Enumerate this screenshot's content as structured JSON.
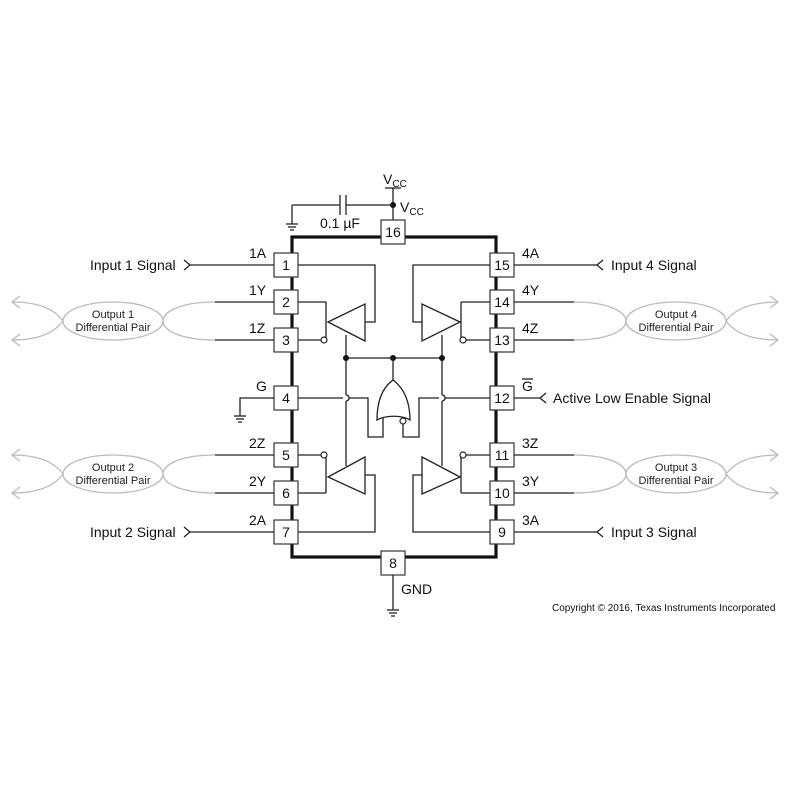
{
  "supply": {
    "vcc_top": "V",
    "vcc_top_sub": "CC",
    "vcc_pin": "V",
    "vcc_pin_sub": "CC",
    "capacitor": "0.1 µF",
    "gnd": "GND"
  },
  "pins": {
    "p1": "1",
    "p2": "2",
    "p3": "3",
    "p4": "4",
    "p5": "5",
    "p6": "6",
    "p7": "7",
    "p8": "8",
    "p9": "9",
    "p10": "10",
    "p11": "11",
    "p12": "12",
    "p13": "13",
    "p14": "14",
    "p15": "15",
    "p16": "16"
  },
  "pin_labels": {
    "p1": "1A",
    "p2": "1Y",
    "p3": "1Z",
    "p4": "G",
    "p5": "2Z",
    "p6": "2Y",
    "p7": "2A",
    "p15": "4A",
    "p14": "4Y",
    "p13": "4Z",
    "p12": "G",
    "p11": "3Z",
    "p10": "3Y",
    "p9": "3A"
  },
  "signals": {
    "input1": "Input 1 Signal",
    "input2": "Input 2 Signal",
    "input3": "Input 3 Signal",
    "input4": "Input 4 Signal",
    "enable": "Active Low Enable Signal"
  },
  "outputs": [
    {
      "line1": "Output 1",
      "line2": "Differential Pair"
    },
    {
      "line1": "Output 2",
      "line2": "Differential Pair"
    },
    {
      "line1": "Output 3",
      "line2": "Differential Pair"
    },
    {
      "line1": "Output 4",
      "line2": "Differential Pair"
    }
  ],
  "copyright": "Copyright © 2016, Texas Instruments Incorporated"
}
